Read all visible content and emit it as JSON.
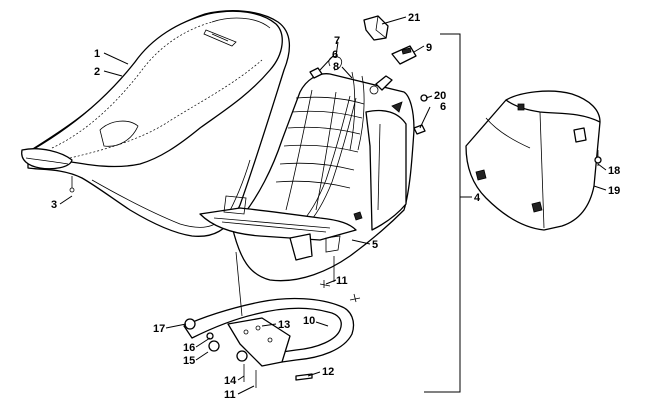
{
  "callouts": [
    {
      "id": "c1",
      "label": "1"
    },
    {
      "id": "c2",
      "label": "2"
    },
    {
      "id": "c3",
      "label": "3"
    },
    {
      "id": "c4",
      "label": "4"
    },
    {
      "id": "c5",
      "label": "5"
    },
    {
      "id": "c6a",
      "label": "6"
    },
    {
      "id": "c6b",
      "label": "6"
    },
    {
      "id": "c7",
      "label": "7"
    },
    {
      "id": "c8",
      "label": "8"
    },
    {
      "id": "c9",
      "label": "9"
    },
    {
      "id": "c10",
      "label": "10"
    },
    {
      "id": "c11a",
      "label": "11"
    },
    {
      "id": "c11b",
      "label": "11"
    },
    {
      "id": "c12",
      "label": "12"
    },
    {
      "id": "c13",
      "label": "13"
    },
    {
      "id": "c14",
      "label": "14"
    },
    {
      "id": "c15",
      "label": "15"
    },
    {
      "id": "c16",
      "label": "16"
    },
    {
      "id": "c17",
      "label": "17"
    },
    {
      "id": "c18",
      "label": "18"
    },
    {
      "id": "c19",
      "label": "19"
    },
    {
      "id": "c20",
      "label": "20"
    },
    {
      "id": "c21",
      "label": "21"
    }
  ]
}
